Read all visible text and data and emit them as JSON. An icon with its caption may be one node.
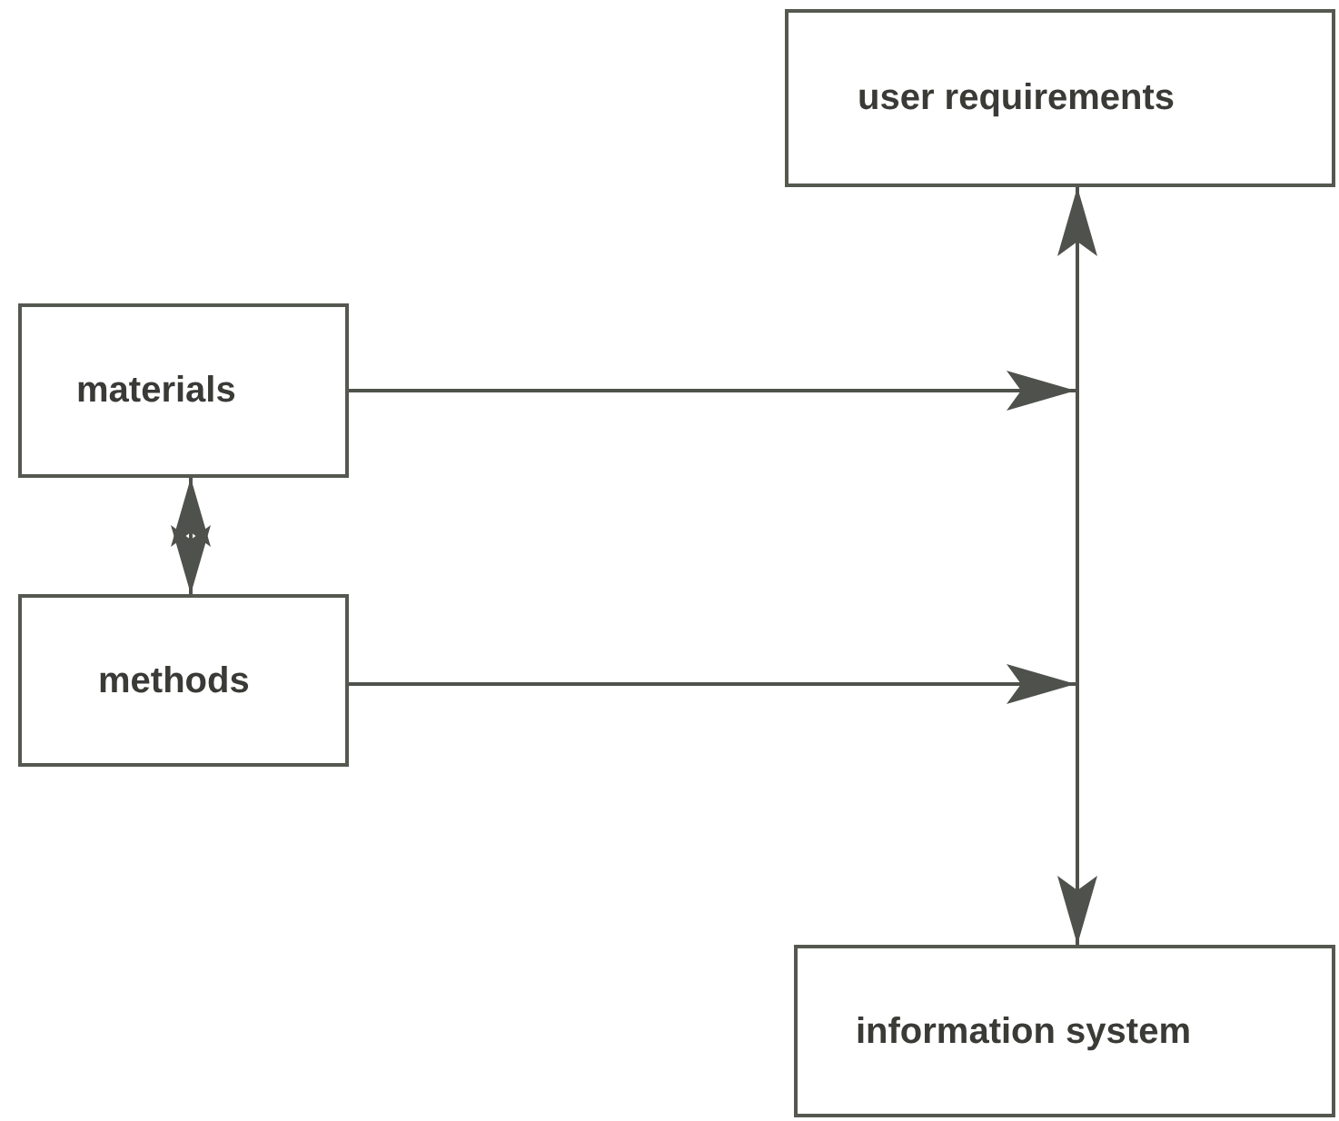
{
  "diagram": {
    "nodes": [
      {
        "text": [
          "user requirements"
        ]
      },
      {
        "text": [
          "materials"
        ]
      },
      {
        "text": [
          "methods"
        ]
      },
      {
        "text": [
          "information system"
        ]
      }
    ],
    "edges": [
      {
        "from": 1,
        "to": 2,
        "arrow": "both"
      },
      {
        "from": 0,
        "to": 3,
        "arrow": "both"
      },
      {
        "from": 1,
        "to": null,
        "arrow": "to"
      },
      {
        "from": 2,
        "to": null,
        "arrow": "to"
      }
    ]
  }
}
